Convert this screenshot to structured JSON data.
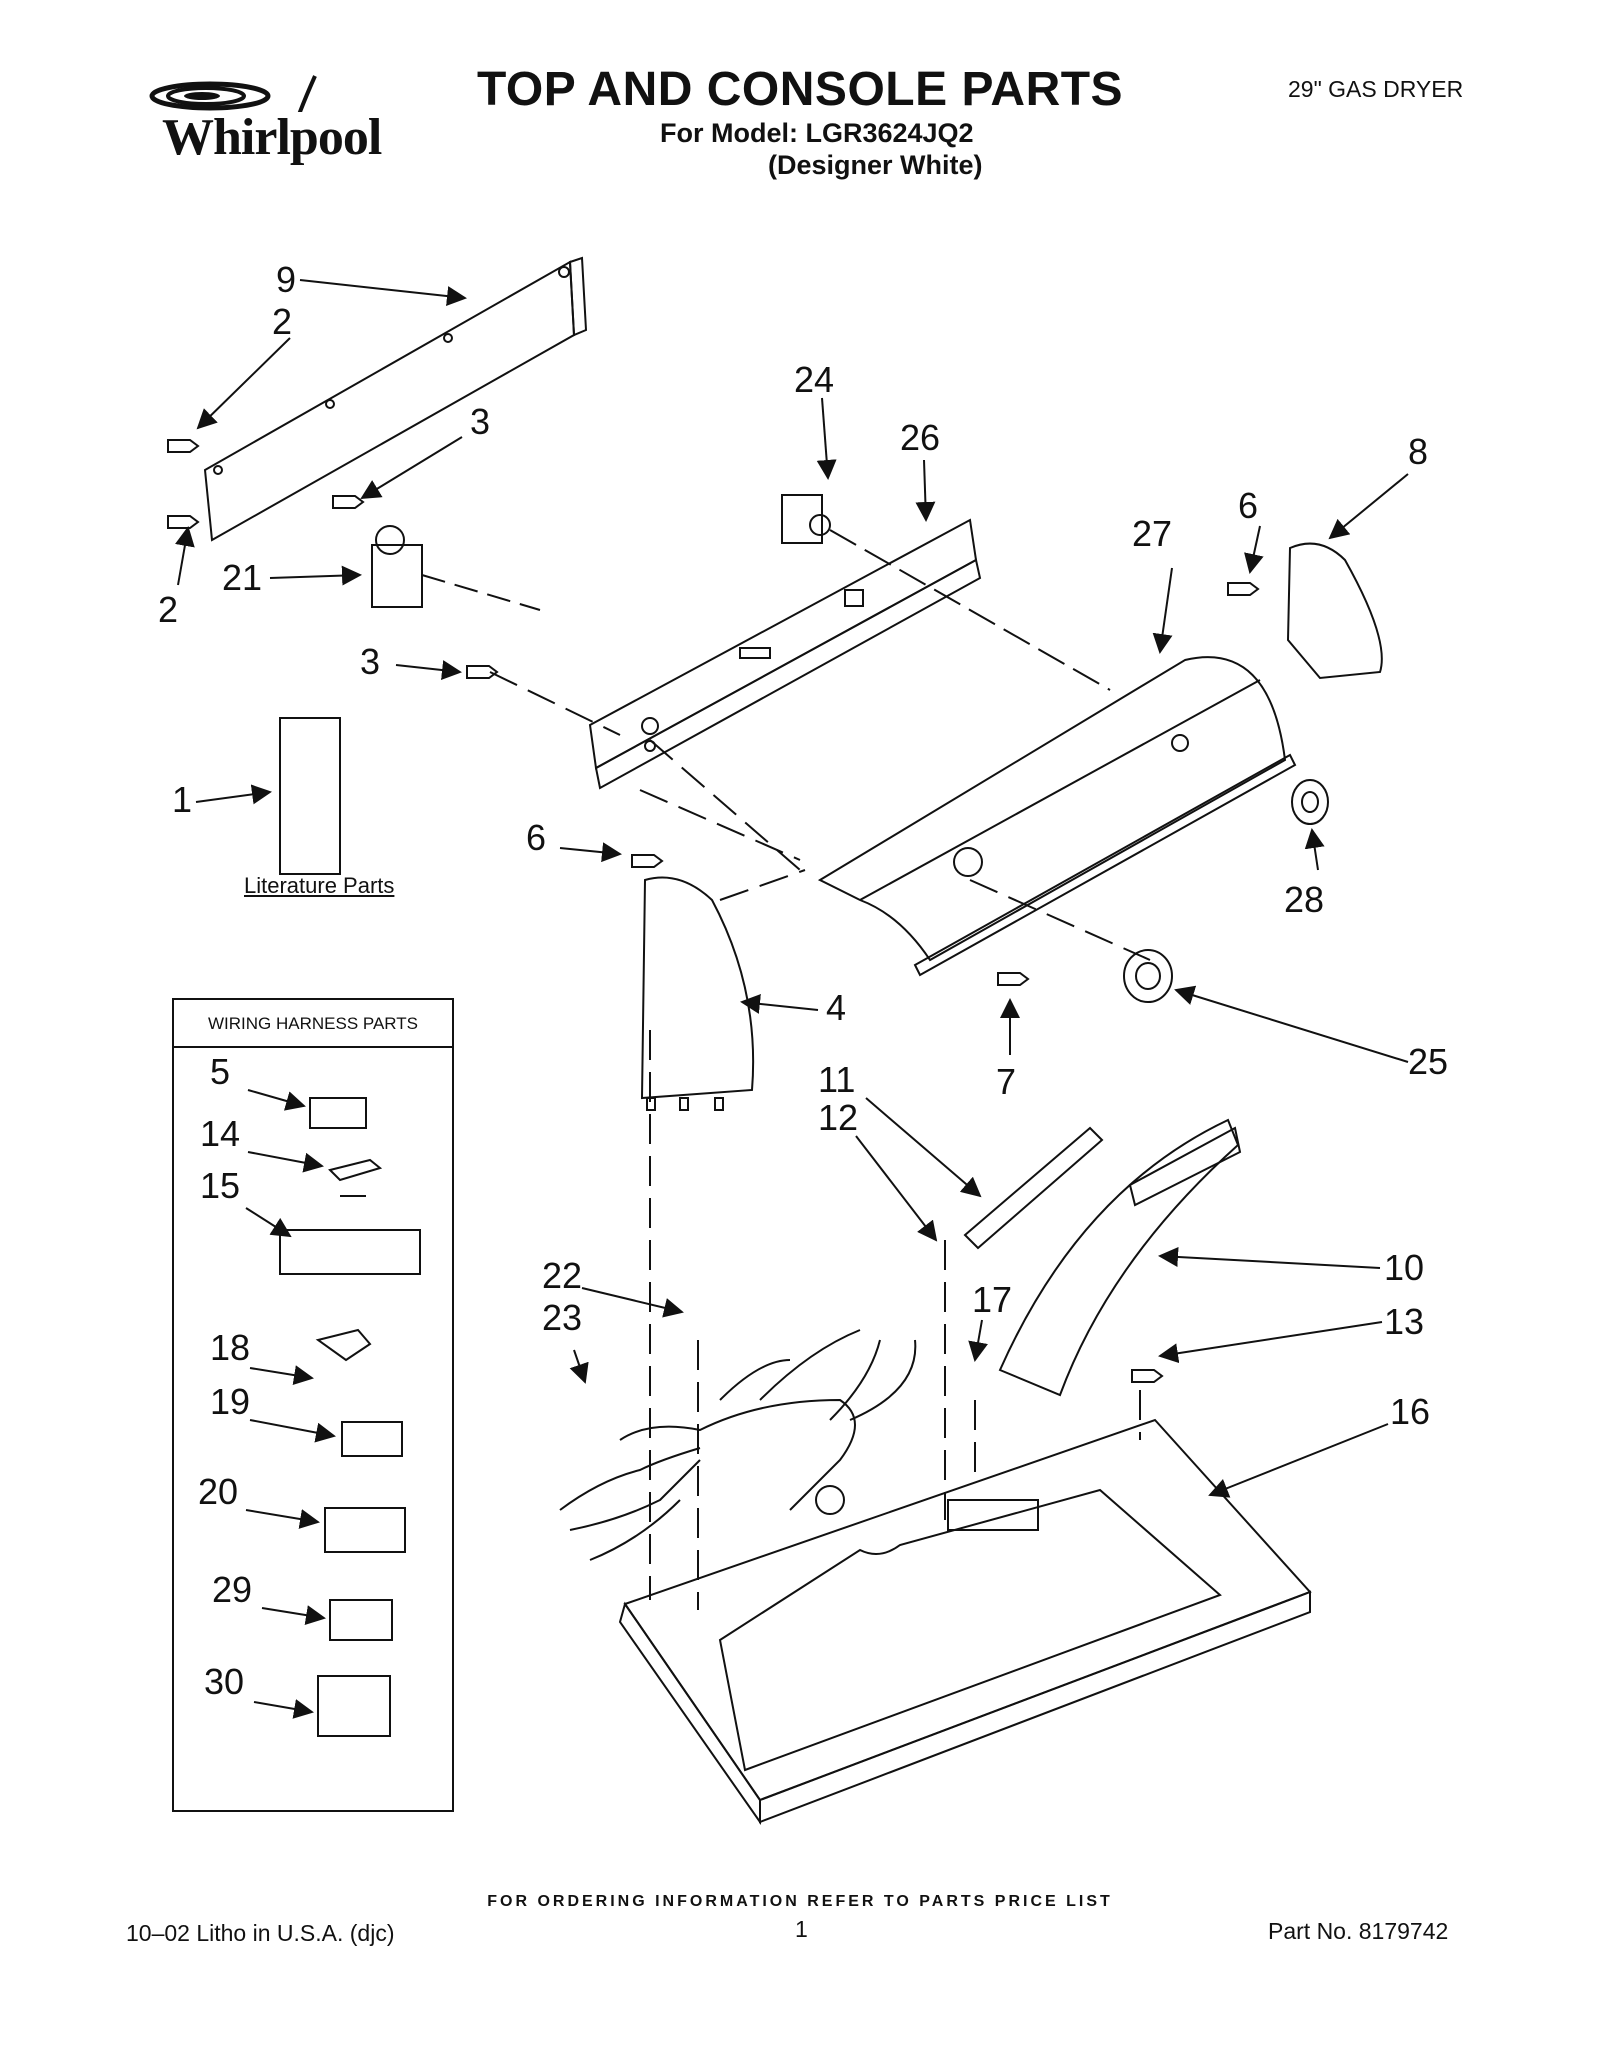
{
  "header": {
    "brand": "Whirlpool",
    "title": "TOP AND CONSOLE PARTS",
    "model_line": "For Model: LGR3624JQ2",
    "finish": "(Designer White)",
    "product": "29\" GAS DRYER"
  },
  "diagram": {
    "callouts": [
      "9",
      "2",
      "3",
      "2",
      "21",
      "3",
      "24",
      "26",
      "8",
      "6",
      "27",
      "28",
      "1",
      "6",
      "4",
      "7",
      "25",
      "11",
      "12",
      "10",
      "17",
      "13",
      "16",
      "22",
      "23"
    ],
    "literature_label": "Literature Parts"
  },
  "wiring_harness": {
    "title": "WIRING HARNESS PARTS",
    "callouts": [
      "5",
      "14",
      "15",
      "18",
      "19",
      "20",
      "29",
      "30"
    ]
  },
  "footer": {
    "order_note": "FOR ORDERING INFORMATION REFER TO PARTS PRICE LIST",
    "litho": "10–02 Litho in U.S.A. (djc)",
    "page": "1",
    "part_no": "Part No. 8179742"
  }
}
